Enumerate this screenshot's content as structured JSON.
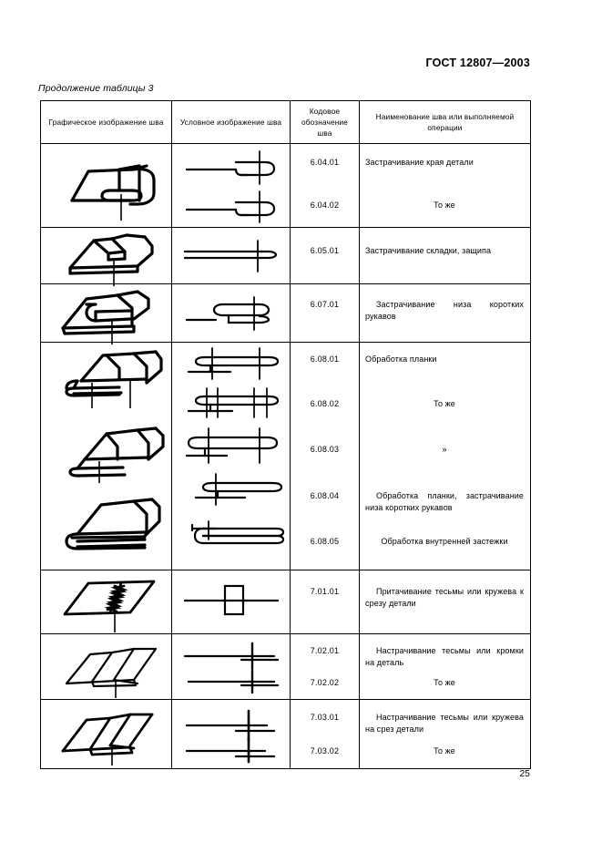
{
  "document": {
    "standard_title": "ГОСТ 12807—2003",
    "table_caption": "Продолжение таблицы 3",
    "page_number": "25"
  },
  "table": {
    "headers": [
      "Графическое изображение шва",
      "Условное изображение шва",
      "Кодовое обозначение шва",
      "Наименование шва или выполняемой операции"
    ],
    "rows": [
      {
        "id": "row-6-04",
        "codes": [
          "6.04.01",
          "6.04.02"
        ],
        "names": [
          "Застрачивание края детали",
          "То же"
        ],
        "name_align": [
          "left",
          "center"
        ],
        "graphic": "folded-edge-hem-seam",
        "symbol": "double-folded-edge-symbol"
      },
      {
        "id": "row-6-05",
        "codes": [
          "6.05.01"
        ],
        "names": [
          "Застрачивание складки, защипа"
        ],
        "name_align": [
          "left"
        ],
        "graphic": "pleat-tuck-seam",
        "symbol": "pleat-tuck-symbol"
      },
      {
        "id": "row-6-07",
        "codes": [
          "6.07.01"
        ],
        "names": [
          "Застрачивание низа коротких рукавов"
        ],
        "name_align": [
          "justify"
        ],
        "graphic": "short-sleeve-bottom-seam",
        "symbol": "short-sleeve-bottom-symbol"
      },
      {
        "id": "row-6-08",
        "codes": [
          "6.08.01",
          "6.08.02",
          "6.08.03",
          "6.08.04",
          "6.08.05"
        ],
        "names": [
          "Обработка планки",
          "То же",
          "»",
          "Обработка планки, застрачивание низа коротких рукавов",
          "Обработка внутренней застежки"
        ],
        "name_align": [
          "left",
          "center",
          "center",
          "justify",
          "center"
        ],
        "graphic": "placket-processing-seams",
        "symbol": "placket-processing-symbols"
      },
      {
        "id": "row-7-01",
        "codes": [
          "7.01.01"
        ],
        "names": [
          "Притачивание тесьмы или кружева к срезу детали"
        ],
        "name_align": [
          "justify"
        ],
        "graphic": "lace-attach-seam",
        "symbol": "lace-attach-symbol"
      },
      {
        "id": "row-7-02",
        "codes": [
          "7.02.01",
          "7.02.02"
        ],
        "names": [
          "Настрачивание тесьмы или кромки на деталь",
          "То же"
        ],
        "name_align": [
          "justify",
          "center"
        ],
        "graphic": "tape-topstitch-seam",
        "symbol": "tape-topstitch-symbol"
      },
      {
        "id": "row-7-03",
        "codes": [
          "7.03.01",
          "7.03.02"
        ],
        "names": [
          "Настрачивание тесьмы или кружева на срез детали",
          "То же"
        ],
        "name_align": [
          "justify",
          "center"
        ],
        "graphic": "tape-edge-topstitch-seam",
        "symbol": "tape-edge-topstitch-symbol"
      }
    ]
  },
  "colors": {
    "ink": "#000000",
    "paper": "#ffffff"
  }
}
